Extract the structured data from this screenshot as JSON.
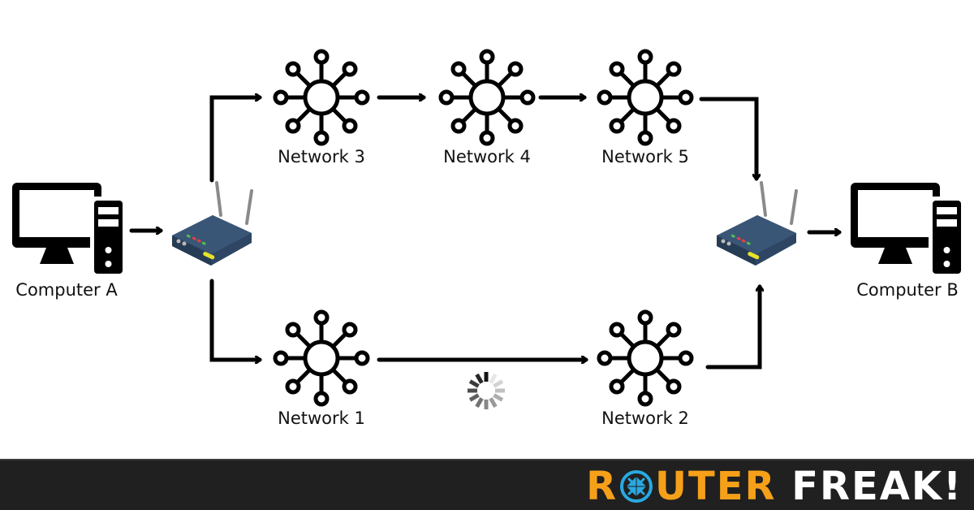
{
  "nodes": {
    "computer_a": {
      "label": "Computer A"
    },
    "computer_b": {
      "label": "Computer B"
    },
    "router_a": {
      "icon": "router-icon"
    },
    "router_b": {
      "icon": "router-icon"
    },
    "network_1": {
      "label": "Network 1"
    },
    "network_2": {
      "label": "Network 2"
    },
    "network_3": {
      "label": "Network 3"
    },
    "network_4": {
      "label": "Network 4"
    },
    "network_5": {
      "label": "Network 5"
    }
  },
  "edges": [
    {
      "from": "computer_a",
      "to": "router_a"
    },
    {
      "from": "router_a",
      "to": "network_3"
    },
    {
      "from": "network_3",
      "to": "network_4"
    },
    {
      "from": "network_4",
      "to": "network_5"
    },
    {
      "from": "network_5",
      "to": "router_b"
    },
    {
      "from": "router_a",
      "to": "network_1"
    },
    {
      "from": "network_1",
      "to": "network_2",
      "status": "loading"
    },
    {
      "from": "network_2",
      "to": "router_b"
    },
    {
      "from": "router_b",
      "to": "computer_b"
    }
  ],
  "footer": {
    "brand_part1_a": "R",
    "brand_part1_b": "UTER",
    "brand_part2": "FREAK!",
    "colors": {
      "orange": "#f6a01a",
      "blue": "#29a9e1",
      "white": "#ffffff",
      "background": "#202020"
    }
  }
}
